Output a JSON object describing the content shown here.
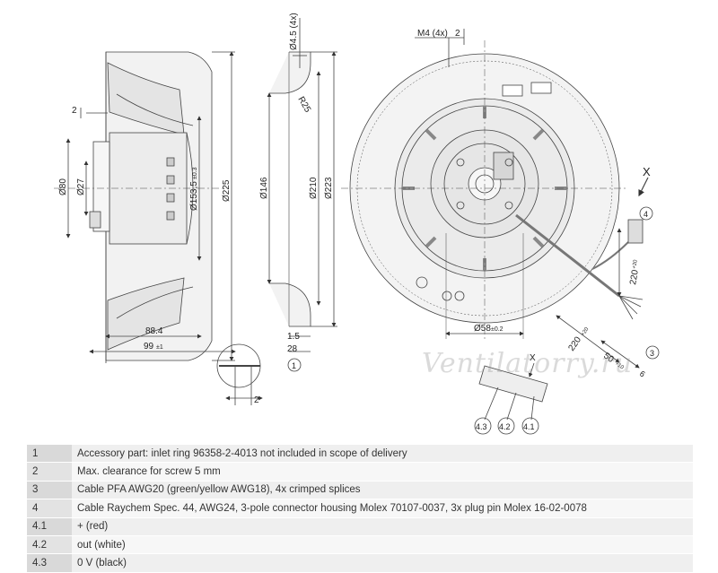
{
  "side_view": {
    "clearance_top": "2",
    "dia_80": "Ø80",
    "dia_27": "Ø27",
    "dia_153_5": "Ø153,5",
    "tol_153_5": "±0.3",
    "dia_225": "Ø225",
    "len_88_4": "88.4",
    "len_99": "99",
    "tol_99": "±1",
    "detail_2": "2"
  },
  "ring_view": {
    "dia_4_5": "Ø4.5 (4x)",
    "r25": "R25",
    "dia_146": "Ø146",
    "dia_210": "Ø210",
    "dia_223": "Ø223",
    "dim_1_5": "1.5",
    "dim_28": "28",
    "callout_1": "1"
  },
  "front_view": {
    "m4": "M4 (4x)",
    "m4_2": "2",
    "dia_58": "Ø58",
    "tol_58": "±0.2",
    "cable_220a": "220",
    "cable_220a_tol": "+20",
    "cable_220b": "220",
    "cable_220b_tol": "+20",
    "cable_50": "50",
    "cable_50_tol": "+10",
    "cable_6": "6",
    "callout_3": "3",
    "callout_4": "4",
    "x_label": "X",
    "x_view_label": "X",
    "pin_41": "4.1",
    "pin_42": "4.2",
    "pin_43": "4.3"
  },
  "watermark": "Ventilatorry.ru",
  "legend": [
    {
      "num": "1",
      "text": "Accessory part: inlet ring 96358-2-4013 not included in scope of delivery"
    },
    {
      "num": "2",
      "text": "Max. clearance for screw 5 mm"
    },
    {
      "num": "3",
      "text": "Cable PFA AWG20 (green/yellow AWG18), 4x crimped splices"
    },
    {
      "num": "4",
      "text": "Cable Raychem Spec. 44, AWG24, 3-pole connector housing Molex 70107-0037, 3x plug pin Molex 16-02-0078"
    },
    {
      "num": "4.1",
      "text": "+ (red)"
    },
    {
      "num": "4.2",
      "text": "out (white)"
    },
    {
      "num": "4.3",
      "text": "0 V (black)"
    }
  ]
}
